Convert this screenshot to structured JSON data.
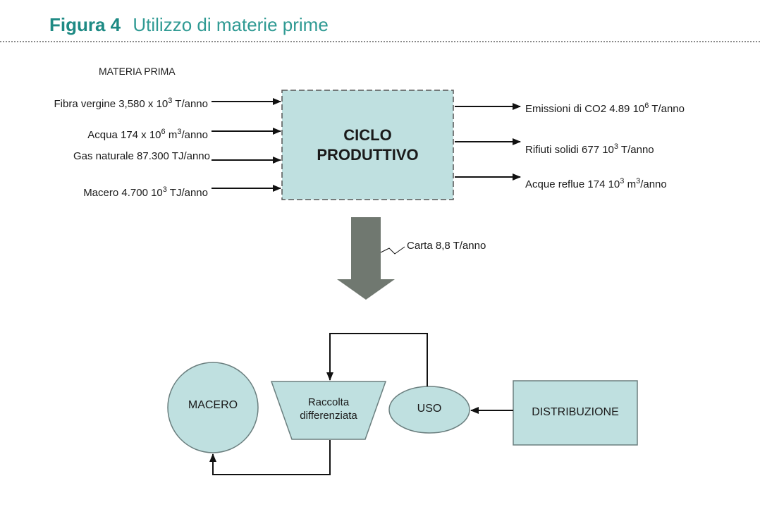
{
  "figure": {
    "number": "Figura 4",
    "title": "Utilizzo di materie prime"
  },
  "inputs_header": "MATERIA PRIMA",
  "inputs": [
    {
      "pre": "Fibra vergine 3,580 x 10",
      "sup": "3",
      "post": " T/anno"
    },
    {
      "pre": "Acqua 174 x 10",
      "sup": "6",
      "post": " m",
      "sup2": "3",
      "post2": "/anno"
    },
    {
      "pre": "Gas naturale 87.300 TJ/anno",
      "sup": "",
      "post": ""
    },
    {
      "pre": "Macero 4.700 10",
      "sup": "3",
      "post": " TJ/anno"
    }
  ],
  "process": {
    "line1": "CICLO",
    "line2": "PRODUTTIVO"
  },
  "outputs": [
    {
      "pre": "Emissioni di CO2 4.89 10",
      "sup": "6",
      "post": " T/anno"
    },
    {
      "pre": "Rifiuti solidi 677 10",
      "sup": "3",
      "post": "  T/anno"
    },
    {
      "pre": "Acque reflue 174 10",
      "sup": "3",
      "post": "  m",
      "sup2": "3",
      "post2": "/anno"
    }
  ],
  "product_label": "Carta 8,8 T/anno",
  "cycle": {
    "macero": "MACERO",
    "raccolta_line1": "Raccolta",
    "raccolta_line2": "differenziata",
    "uso": "USO",
    "distribuzione": "DISTRIBUZIONE"
  },
  "colors": {
    "fill": "#bfe0e0",
    "fill_stroke": "#6b7f7f",
    "big_arrow": "#707870",
    "accent": "#1e8a84"
  }
}
